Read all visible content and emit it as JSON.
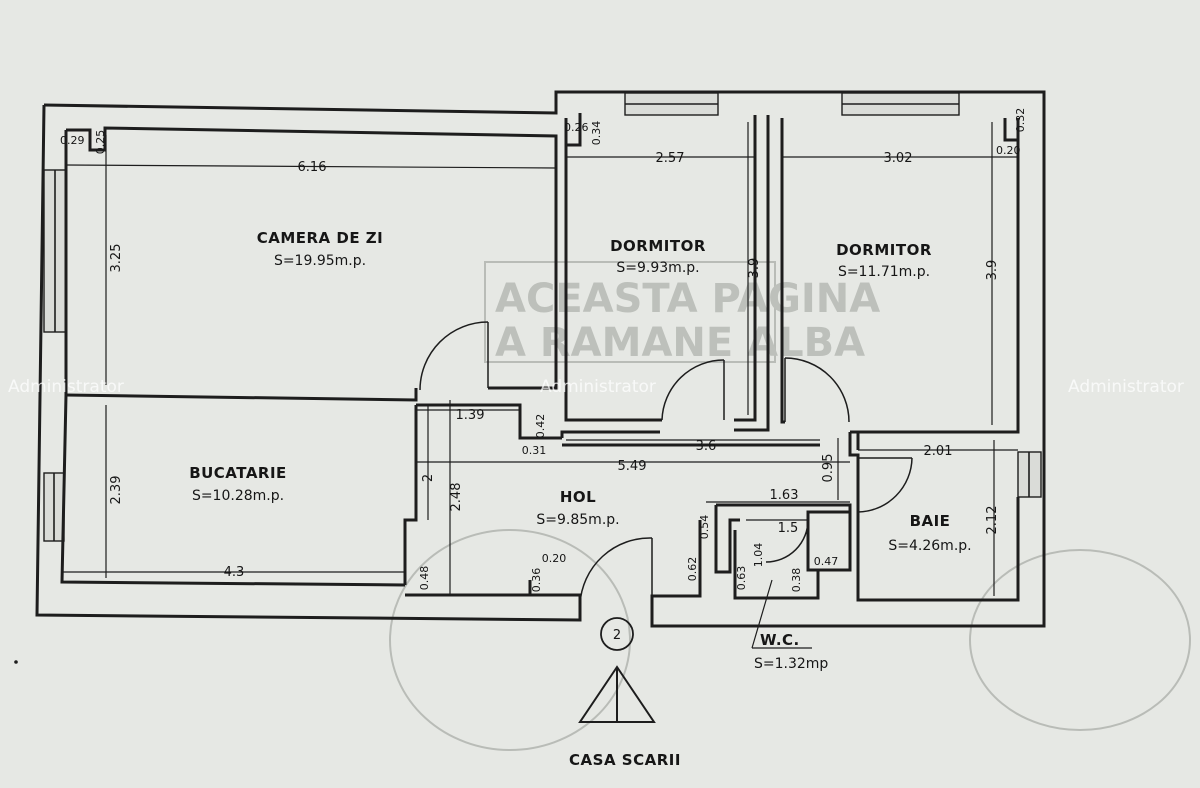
{
  "rooms": {
    "living": {
      "name": "CAMERA DE ZI",
      "area": "S=19.95m.p."
    },
    "bed1": {
      "name": "DORMITOR",
      "area": "S=9.93m.p."
    },
    "bed2": {
      "name": "DORMITOR",
      "area": "S=11.71m.p."
    },
    "kitchen": {
      "name": "BUCATARIE",
      "area": "S=10.28m.p."
    },
    "hall": {
      "name": "HOL",
      "area": "S=9.85m.p."
    },
    "bath": {
      "name": "BAIE",
      "area": "S=4.26m.p."
    },
    "wc": {
      "name": "W.C.",
      "area": "S=1.32mp"
    }
  },
  "stair": {
    "number": "2",
    "label": "CASA SCARII"
  },
  "background_stamp": {
    "line1": "ACEASTA PAGINA",
    "line2": "A RAMANE ALBA"
  },
  "watermark": "Administrator",
  "dimensions": {
    "living_width": "6.16",
    "living_height": "3.25",
    "w029": "0.29",
    "w025": "0.25",
    "w026": "0.26",
    "w034": "0.34",
    "bed1_width": "2.57",
    "bed1_height": "3.9",
    "bed2_width": "3.02",
    "bed2_height": "3.9",
    "w032": "0.32",
    "w020": "0.20",
    "d139": "1.39",
    "d042": "0.42",
    "d031": "0.31",
    "d36": "3.6",
    "d549": "5.49",
    "d095": "0.95",
    "bath_width": "2.01",
    "bath_height": "2.12",
    "kitchen_height": "2.39",
    "kitchen_width": "4.3",
    "d2": "2",
    "d248": "2.48",
    "d048": "0.48",
    "d036": "0.36",
    "d020b": "0.20",
    "d163": "1.63",
    "d054": "0.54",
    "d15": "1.5",
    "d104": "1.04",
    "d062": "0.62",
    "d063": "0.63",
    "d038": "0.38",
    "d047": "0.47"
  }
}
